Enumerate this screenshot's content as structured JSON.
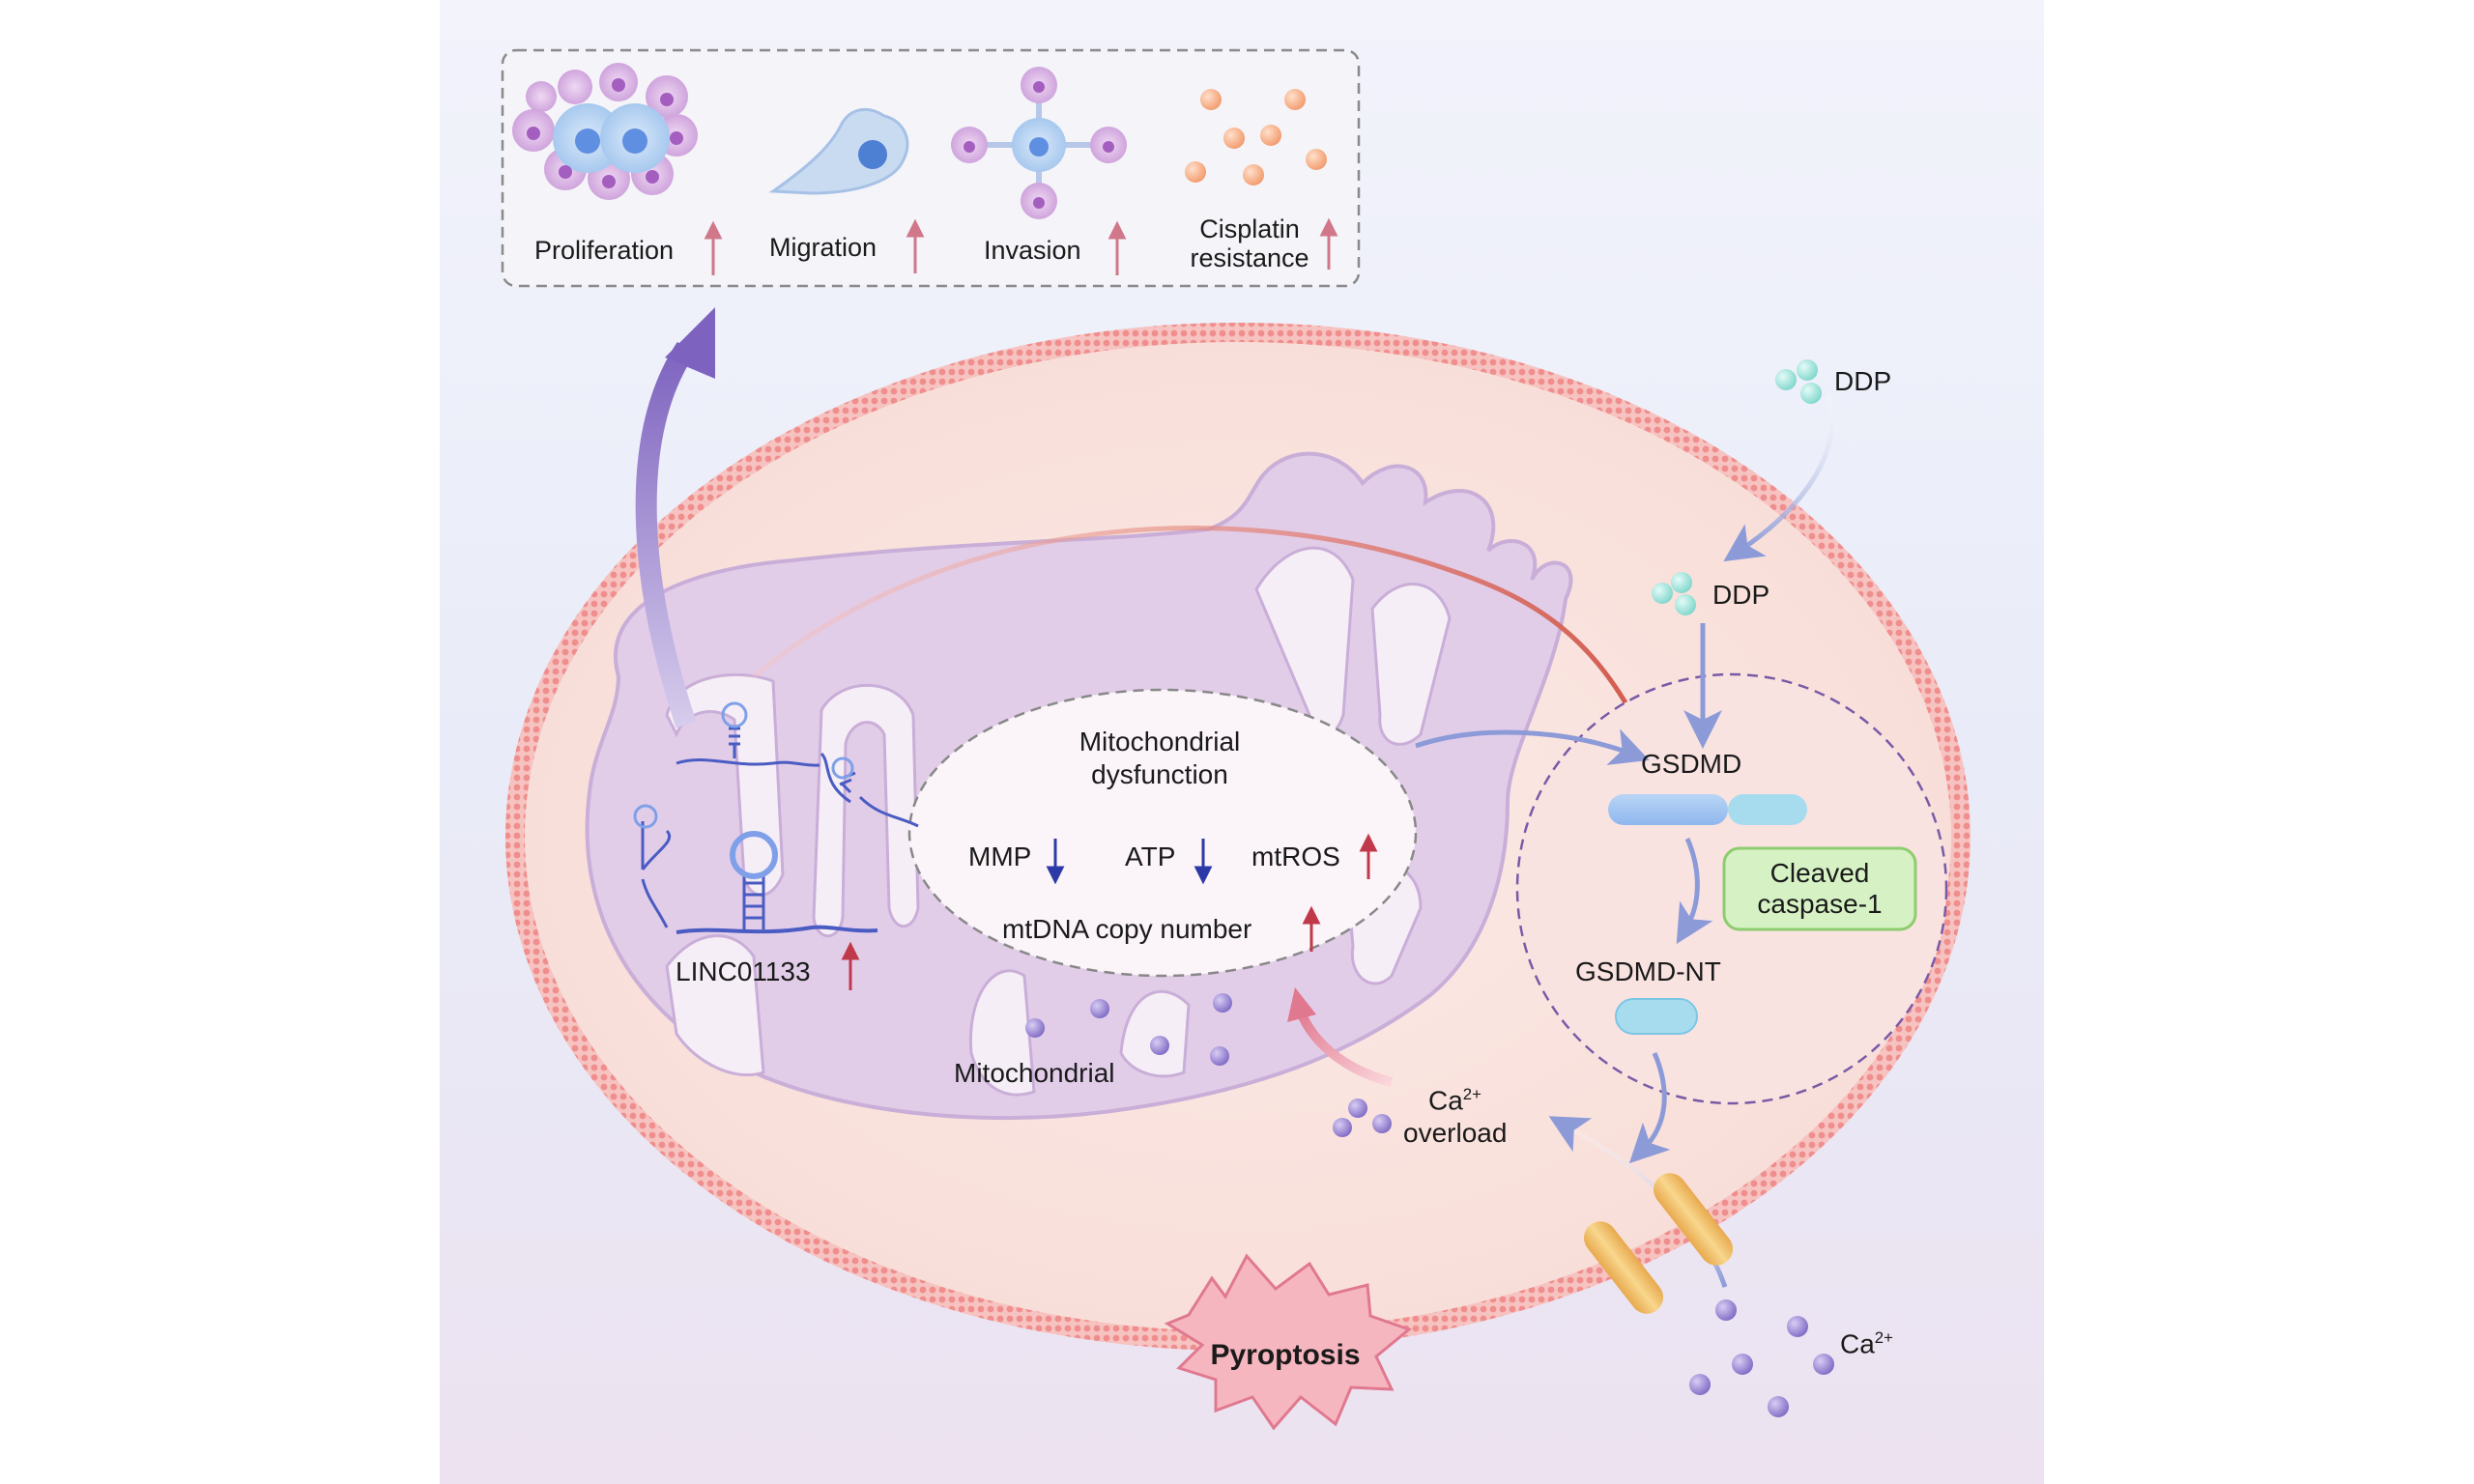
{
  "phenotypes": {
    "proliferation": "Proliferation",
    "migration": "Migration",
    "invasion": "Invasion",
    "cisplatin_line1": "Cisplatin",
    "cisplatin_line2": "resistance"
  },
  "drug": {
    "outside": "DDP",
    "inside": "DDP"
  },
  "mito": {
    "dysfunction_line1": "Mitochondrial",
    "dysfunction_line2": "dysfunction",
    "mmp": "MMP",
    "atp": "ATP",
    "mtros": "mtROS",
    "mtdna": "mtDNA copy number",
    "label": "Mitochondrial",
    "lnc": "LINC01133"
  },
  "pyro": {
    "gsdmd": "GSDMD",
    "caspase_line1": "Cleaved",
    "caspase_line2": "caspase-1",
    "gsdmd_nt": "GSDMD-NT",
    "outcome": "Pyroptosis"
  },
  "calcium": {
    "overload_base": "Ca",
    "overload_sup": "2+",
    "overload_word": "overload",
    "ion_base": "Ca",
    "ion_sup": "2+"
  },
  "colors": {
    "up_arrow": "#c0394a",
    "down_arrow": "#2c3aa8",
    "membrane": "#f2a4a4",
    "mito_fill": "#e3cfe8",
    "flow_arrow": "#8c9bd8",
    "inhibit": "#d96a5e",
    "caspase_box": "#d6f2c4"
  }
}
